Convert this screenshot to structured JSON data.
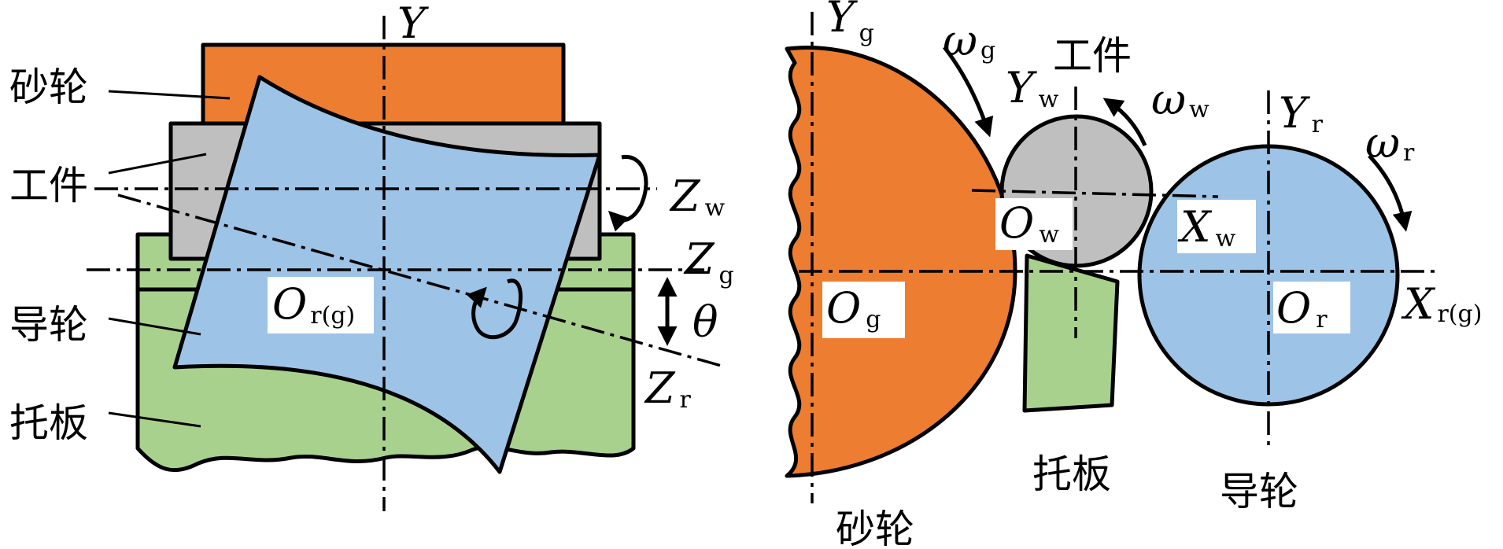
{
  "colors": {
    "grinding_wheel": "#ED7D31",
    "workpiece": "#BFBFBF",
    "regulating_wheel": "#9DC3E6",
    "support_plate": "#A9D18E"
  },
  "left_view": {
    "labels": {
      "grinding_wheel": "砂轮",
      "workpiece": "工件",
      "regulating_wheel": "导轮",
      "support_plate": "托板"
    },
    "axes": {
      "y": "Y",
      "zw": {
        "main": "Z",
        "sub": "w"
      },
      "zg": {
        "main": "Z",
        "sub": "g"
      },
      "zr": {
        "main": "Z",
        "sub": "r"
      },
      "theta": "θ",
      "origin": {
        "main": "O",
        "sub": "r(g)"
      }
    }
  },
  "right_view": {
    "labels": {
      "workpiece": "工件",
      "support_plate": "托板",
      "regulating_wheel": "导轮",
      "grinding_wheel": "砂轮"
    },
    "axes": {
      "yg": {
        "main": "Y",
        "sub": "g"
      },
      "yw": {
        "main": "Y",
        "sub": "w"
      },
      "yr": {
        "main": "Y",
        "sub": "r"
      },
      "xw": {
        "main": "X",
        "sub": "w"
      },
      "xrg": {
        "main": "X",
        "sub": "r(g)"
      },
      "og": {
        "main": "O",
        "sub": "g"
      },
      "ow": {
        "main": "O",
        "sub": "w"
      },
      "or": {
        "main": "O",
        "sub": "r"
      },
      "omega_g": {
        "main": "ω",
        "sub": "g"
      },
      "omega_w": {
        "main": "ω",
        "sub": "w"
      },
      "omega_r": {
        "main": "ω",
        "sub": "r"
      }
    }
  }
}
